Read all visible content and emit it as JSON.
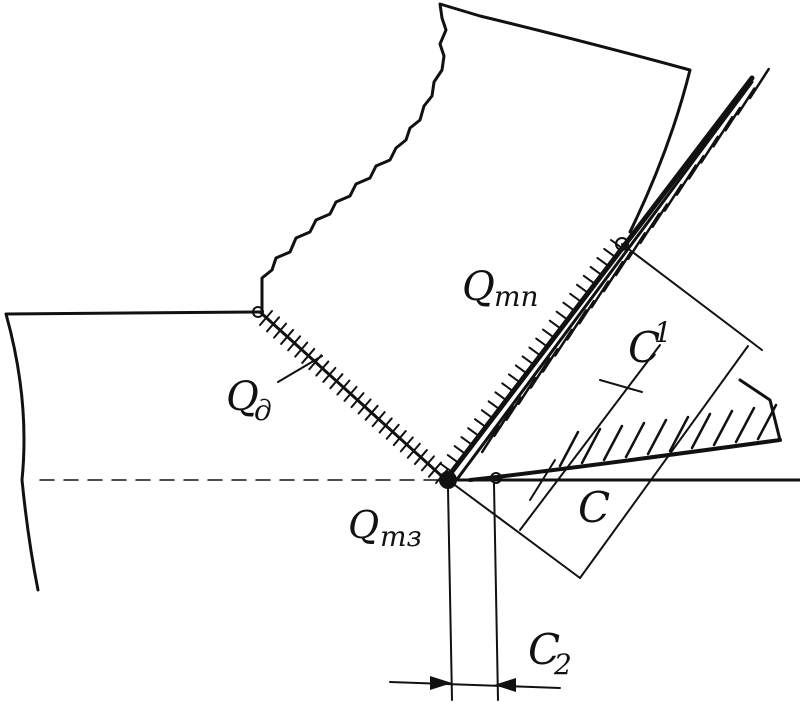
{
  "labels": {
    "q_mn": {
      "main": "Q",
      "sub": "mn"
    },
    "q_d": {
      "main": "Q",
      "sub": "д"
    },
    "q_mz": {
      "main": "Q",
      "sub": "mз"
    },
    "c1": {
      "main": "C",
      "sub": "1"
    },
    "c": {
      "main": "C",
      "sub": ""
    },
    "c2": {
      "main": "C",
      "sub": "2"
    }
  },
  "colors": {
    "ink": "#111111",
    "background": "#ffffff"
  }
}
